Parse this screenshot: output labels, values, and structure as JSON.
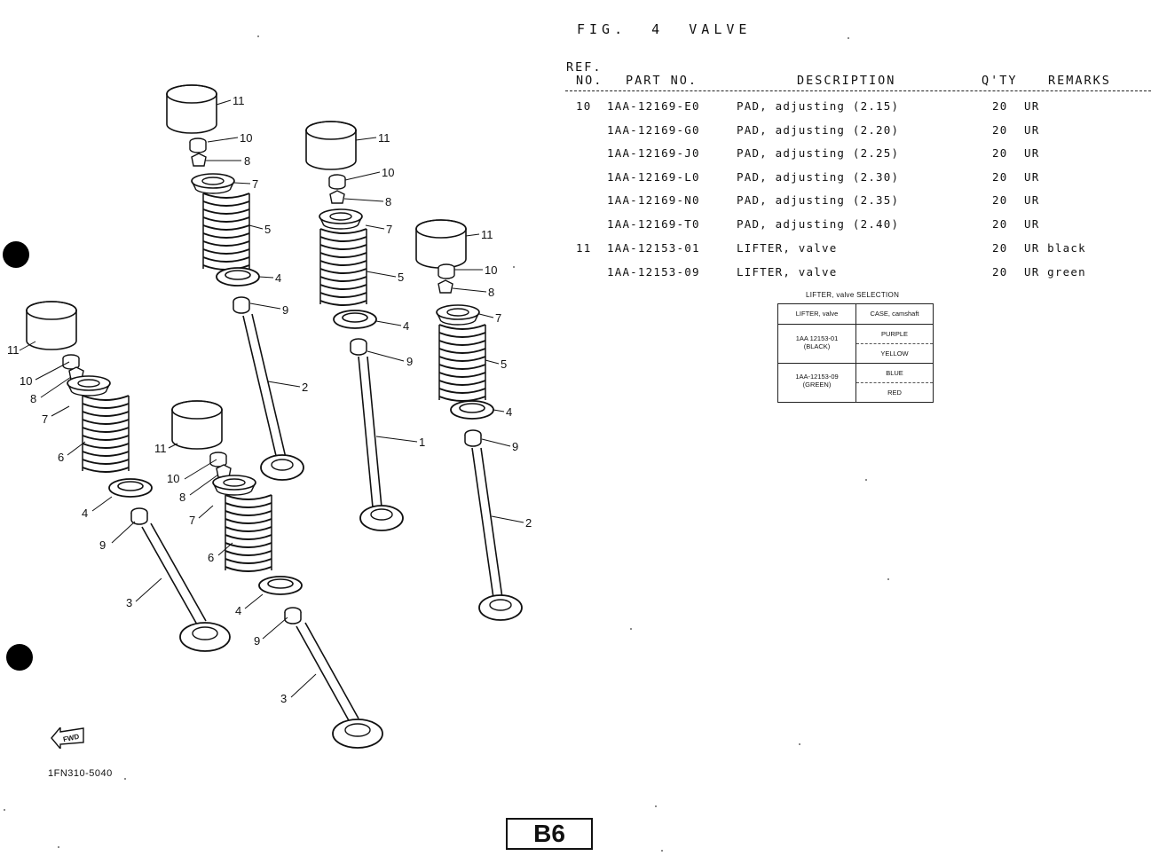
{
  "figure": {
    "title": "FIG.  4  VALVE",
    "illustration_code": "1FN310-5040",
    "page_code": "B6",
    "fwd_mark": "FWD"
  },
  "table": {
    "headers": {
      "ref_line1": "REF.",
      "ref_line2": "NO.",
      "part_no": "PART NO.",
      "description": "DESCRIPTION",
      "qty": "Q'TY",
      "remarks": "REMARKS"
    },
    "rows": [
      {
        "ref": "10",
        "part": "1AA-12169-E0",
        "desc": "PAD, adjusting (2.15)",
        "qty": "20",
        "rem": "UR"
      },
      {
        "ref": "",
        "part": "1AA-12169-G0",
        "desc": "PAD, adjusting (2.20)",
        "qty": "20",
        "rem": "UR"
      },
      {
        "ref": "",
        "part": "1AA-12169-J0",
        "desc": "PAD, adjusting (2.25)",
        "qty": "20",
        "rem": "UR"
      },
      {
        "ref": "",
        "part": "1AA-12169-L0",
        "desc": "PAD, adjusting (2.30)",
        "qty": "20",
        "rem": "UR"
      },
      {
        "ref": "",
        "part": "1AA-12169-N0",
        "desc": "PAD, adjusting (2.35)",
        "qty": "20",
        "rem": "UR"
      },
      {
        "ref": "",
        "part": "1AA-12169-T0",
        "desc": "PAD, adjusting (2.40)",
        "qty": "20",
        "rem": "UR"
      },
      {
        "ref": "11",
        "part": "1AA-12153-01",
        "desc": "LIFTER, valve",
        "qty": "20",
        "rem": "UR black"
      },
      {
        "ref": "",
        "part": "1AA-12153-09",
        "desc": "LIFTER, valve",
        "qty": "20",
        "rem": "UR green"
      }
    ]
  },
  "selection": {
    "title": "LIFTER, valve SELECTION",
    "col1": "LIFTER, valve",
    "col2": "CASE, camshaft",
    "row1_part": "1AA 12153-01",
    "row1_color": "(BLACK)",
    "row1_case_a": "PURPLE",
    "row1_case_b": "YELLOW",
    "row2_part": "1AA-12153-09",
    "row2_color": "(GREEN)",
    "row2_case_a": "BLUE",
    "row2_case_b": "RED"
  },
  "callouts": {
    "n1": "1",
    "n2": "2",
    "n3": "3",
    "n4": "4",
    "n5": "5",
    "n6": "6",
    "n7": "7",
    "n8": "8",
    "n9": "9",
    "n10": "10",
    "n11": "11"
  }
}
